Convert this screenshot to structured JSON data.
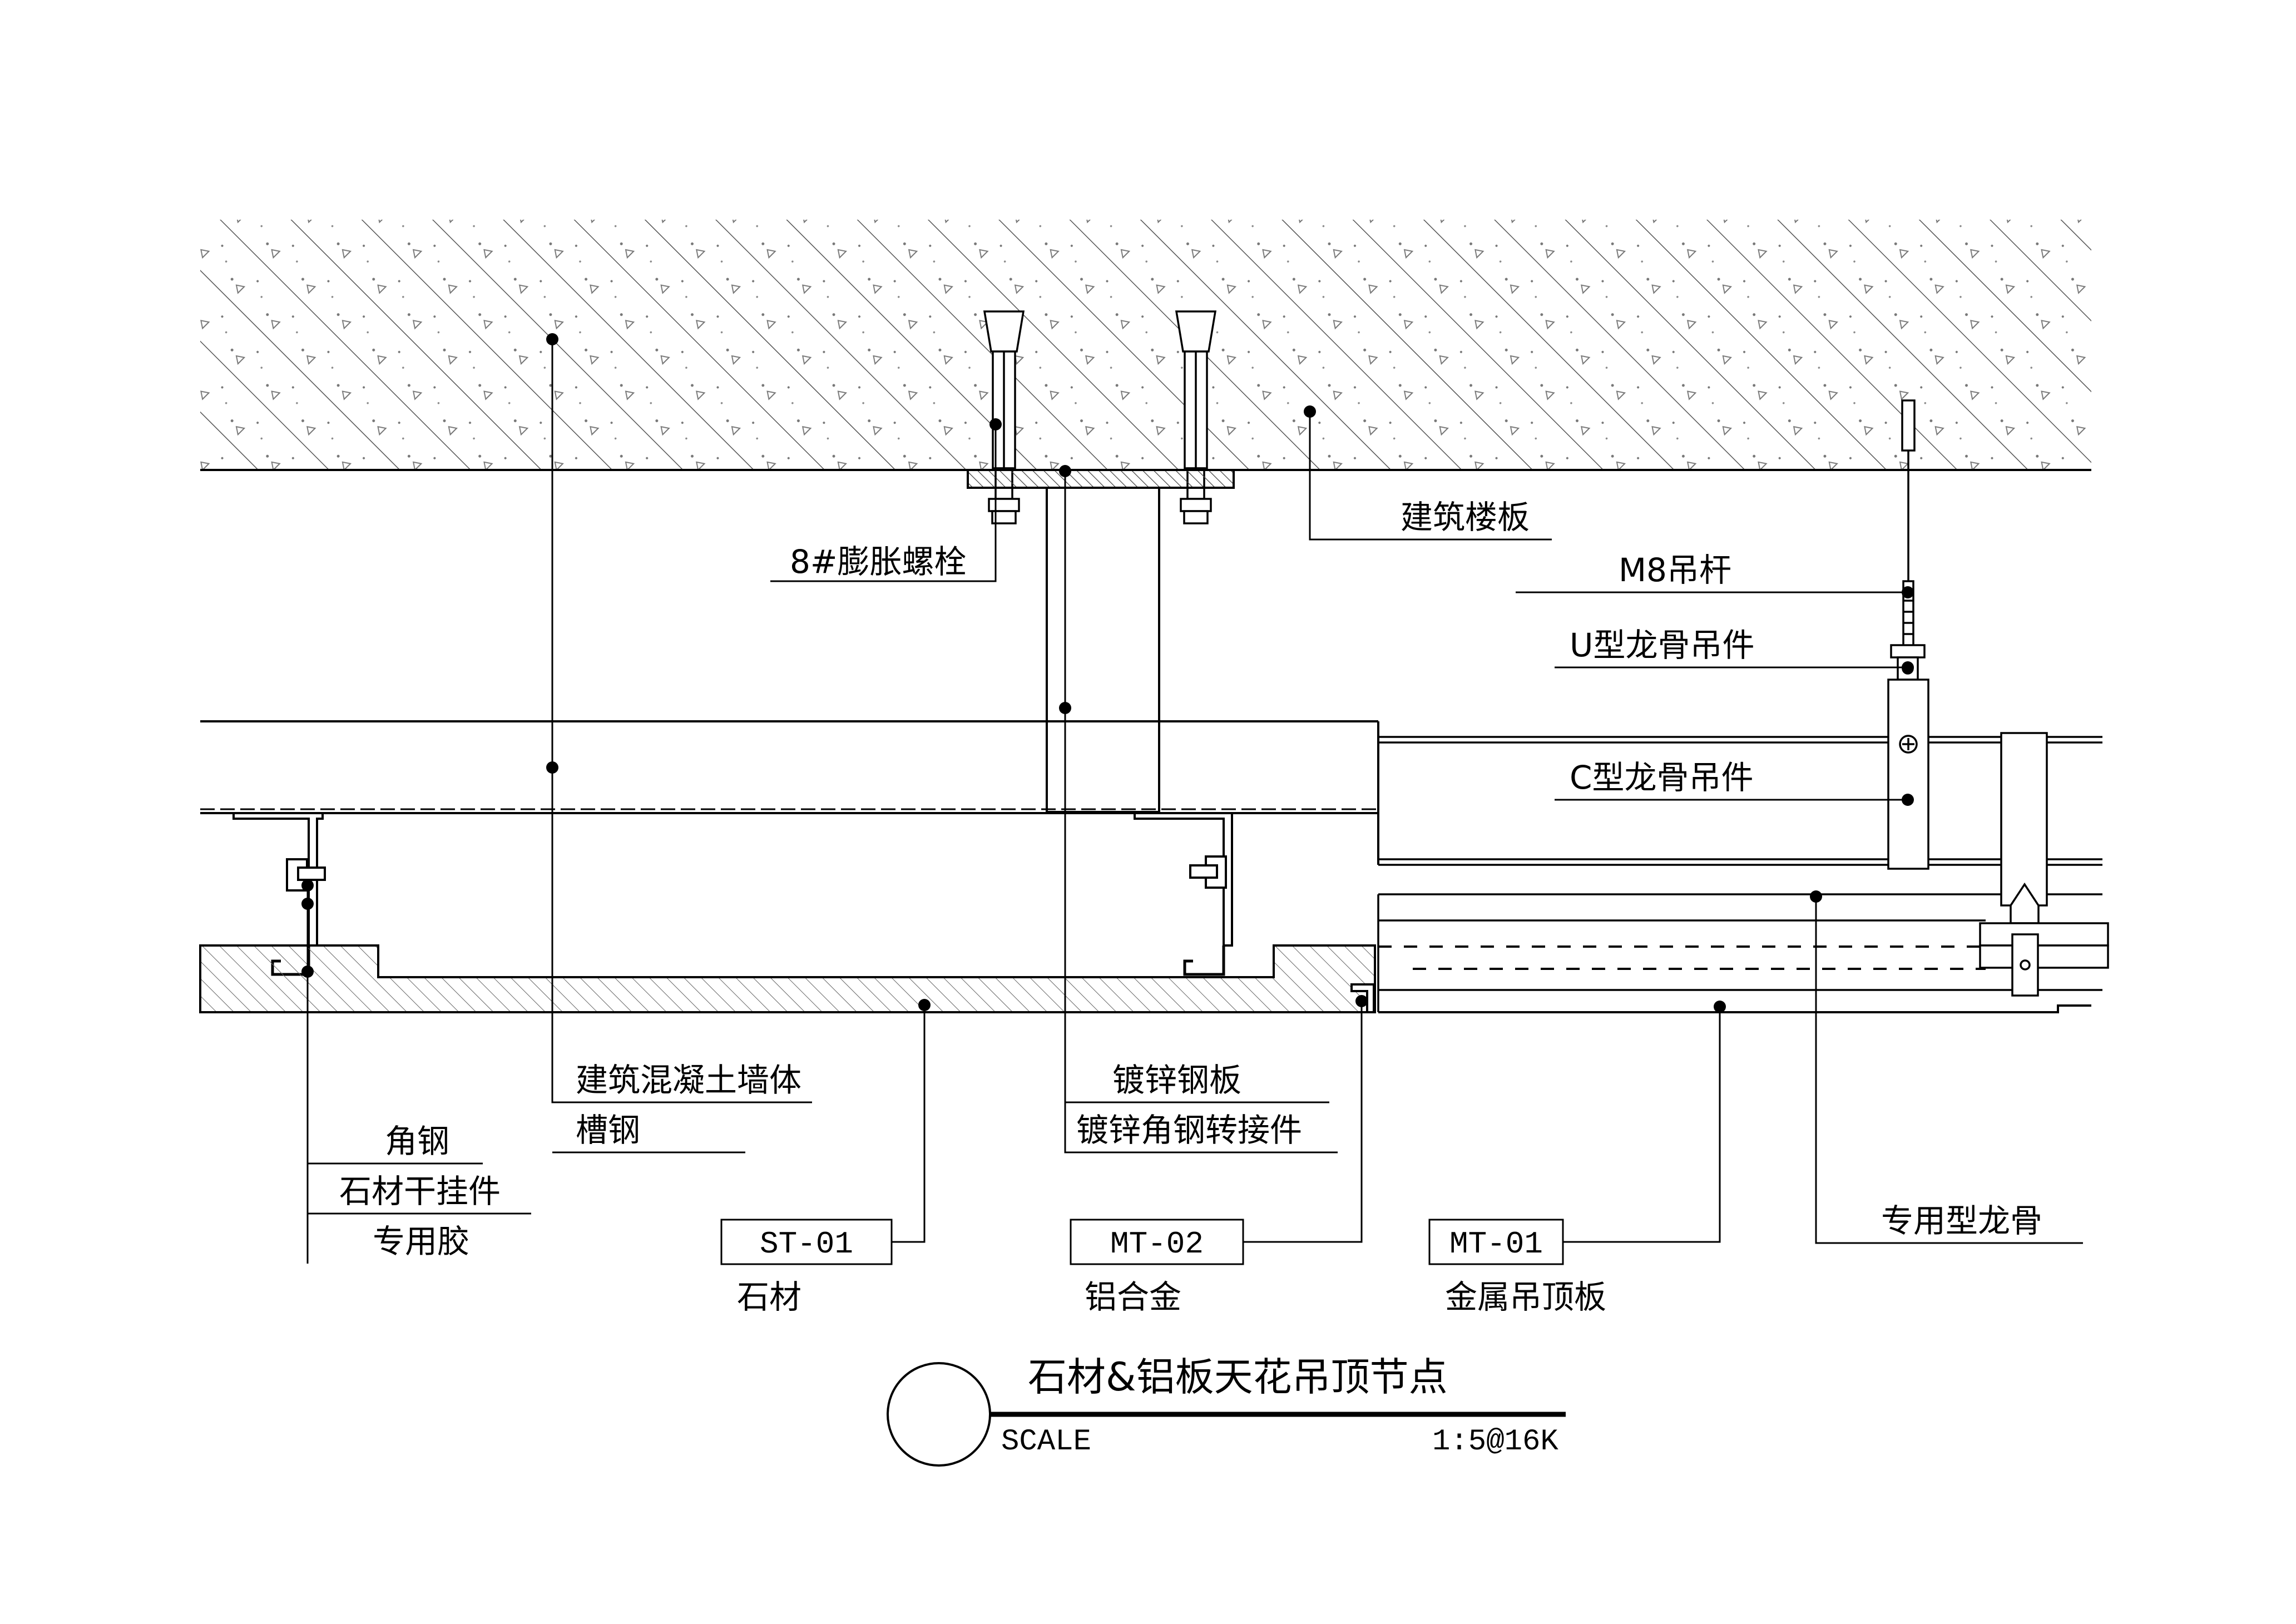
{
  "title": "石材&铝板天花吊顶节点",
  "scale_label": "SCALE",
  "scale_value": "1:5@16K",
  "labels": {
    "bolt": "8#膨胀螺栓",
    "slab": "建筑楼板",
    "rod": "M8吊杆",
    "u_hanger": "U型龙骨吊件",
    "c_hanger": "C型龙骨吊件",
    "concrete_wall": "建筑混凝土墙体",
    "channel": "槽钢",
    "galv_plate": "镀锌钢板",
    "galv_angle": "镀锌角钢转接件",
    "angle_steel": "角钢",
    "stone_hanger": "石材干挂件",
    "glue": "专用胶",
    "keel": "专用型龙骨"
  },
  "tags": [
    {
      "code": "ST-01",
      "name": "石材"
    },
    {
      "code": "MT-02",
      "name": "铝合金"
    },
    {
      "code": "MT-01",
      "name": "金属吊顶板"
    }
  ],
  "colors": {
    "line": "#000000",
    "hatch": "#444444",
    "paper": "#ffffff"
  }
}
